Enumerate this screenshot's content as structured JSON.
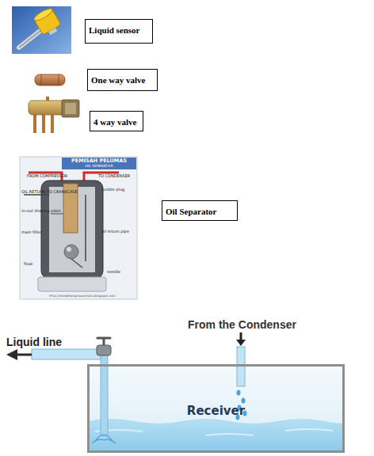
{
  "diagram": {
    "nodes": [
      {
        "text": [
          "Liquid sensor"
        ]
      },
      {
        "text": [
          "One way valve"
        ]
      },
      {
        "text": [
          "4 way valve"
        ]
      },
      {
        "text": [
          "Oil Separator"
        ]
      },
      {
        "text": [
          "PEMISAH PELUMAS",
          "OIL SEPARATOR"
        ]
      },
      {
        "text": [
          "Receiver"
        ]
      }
    ],
    "labels": [
      "FROM COMPRESSOR",
      "TO CONDENSER",
      "fusible plug",
      "OIL RETURN TO CRANKCASE",
      "in-out shaking plate",
      "main filter",
      "oil return pipe",
      "float",
      "needle",
      "http://ohsipelanginusantara.blogspot.com",
      "From the Condenser",
      "Liquid line"
    ]
  }
}
